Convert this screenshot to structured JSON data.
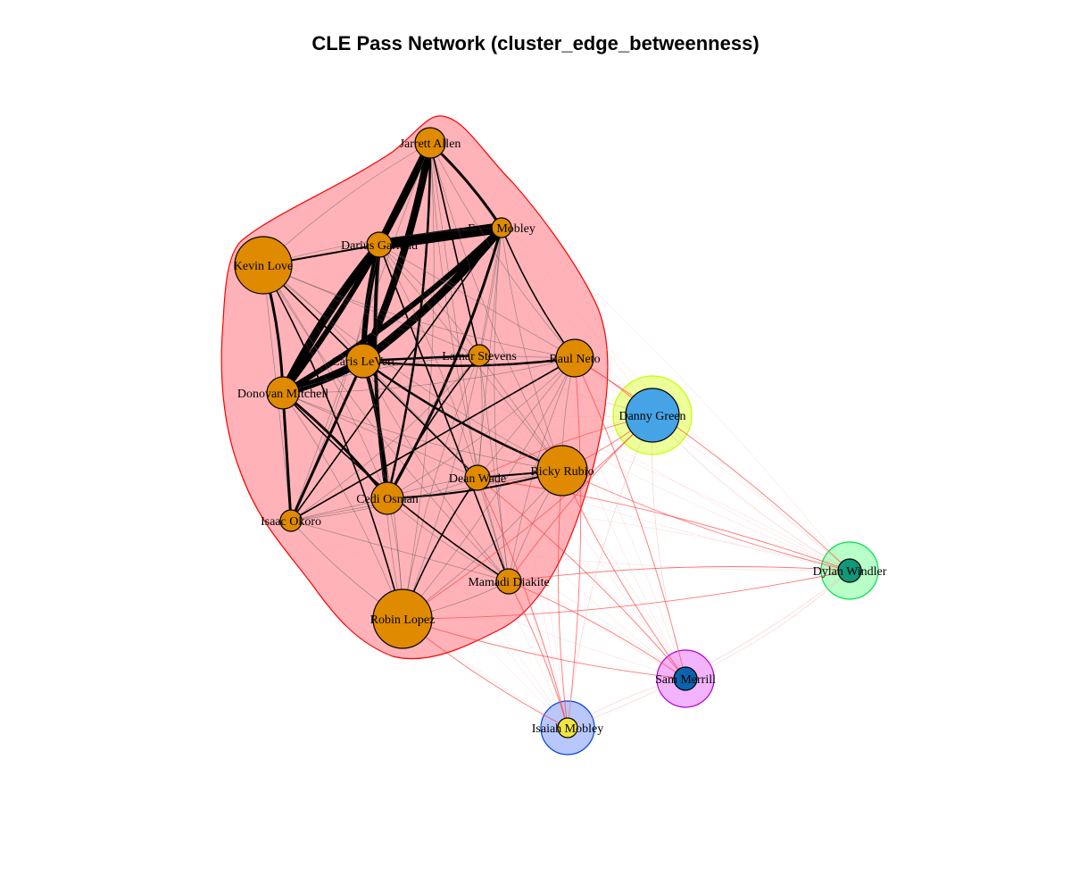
{
  "title": "CLE Pass Network (cluster_edge_betweenness)",
  "colors": {
    "cluster_main_fill": "#ffb3b8",
    "cluster_main_stroke": "#ff0000",
    "danny_group_fill": "#ecff99",
    "danny_group_stroke": "#c6ff00",
    "dylan_group_fill": "#b8ffc8",
    "dylan_group_stroke": "#00e04a",
    "sam_group_fill": "#f2b3ff",
    "sam_group_stroke": "#b000d8",
    "isaiah_group_fill": "#b8c8ff",
    "isaiah_group_stroke": "#0040e0",
    "main_node": "#e08a00",
    "danny_node": "#45a3e6",
    "dylan_node": "#11977a",
    "sam_node": "#0c63ad",
    "isaiah_node": "#f0e442"
  },
  "nodes": [
    {
      "id": "jarrett",
      "label": "Jarrett Allen",
      "group": "main"
    },
    {
      "id": "evan",
      "label": "Evan Mobley",
      "group": "main"
    },
    {
      "id": "darius",
      "label": "Darius Garland",
      "group": "main"
    },
    {
      "id": "kevin",
      "label": "Kevin Love",
      "group": "main"
    },
    {
      "id": "caris",
      "label": "Caris LeVert",
      "group": "main"
    },
    {
      "id": "lamar",
      "label": "Lamar Stevens",
      "group": "main"
    },
    {
      "id": "raul",
      "label": "Raul Neto",
      "group": "main"
    },
    {
      "id": "donovan",
      "label": "Donovan Mitchell",
      "group": "main"
    },
    {
      "id": "dean",
      "label": "Dean Wade",
      "group": "main"
    },
    {
      "id": "ricky",
      "label": "Ricky Rubio",
      "group": "main"
    },
    {
      "id": "cedi",
      "label": "Cedi Osman",
      "group": "main"
    },
    {
      "id": "isaac",
      "label": "Isaac Okoro",
      "group": "main"
    },
    {
      "id": "mamadi",
      "label": "Mamadi Diakite",
      "group": "main"
    },
    {
      "id": "robin",
      "label": "Robin Lopez",
      "group": "main"
    },
    {
      "id": "danny",
      "label": "Danny Green",
      "group": "danny"
    },
    {
      "id": "dylan",
      "label": "Dylan Windler",
      "group": "dylan"
    },
    {
      "id": "sam",
      "label": "Sam Merrill",
      "group": "sam"
    },
    {
      "id": "isaiah",
      "label": "Isaiah Mobley",
      "group": "isaiah"
    }
  ]
}
